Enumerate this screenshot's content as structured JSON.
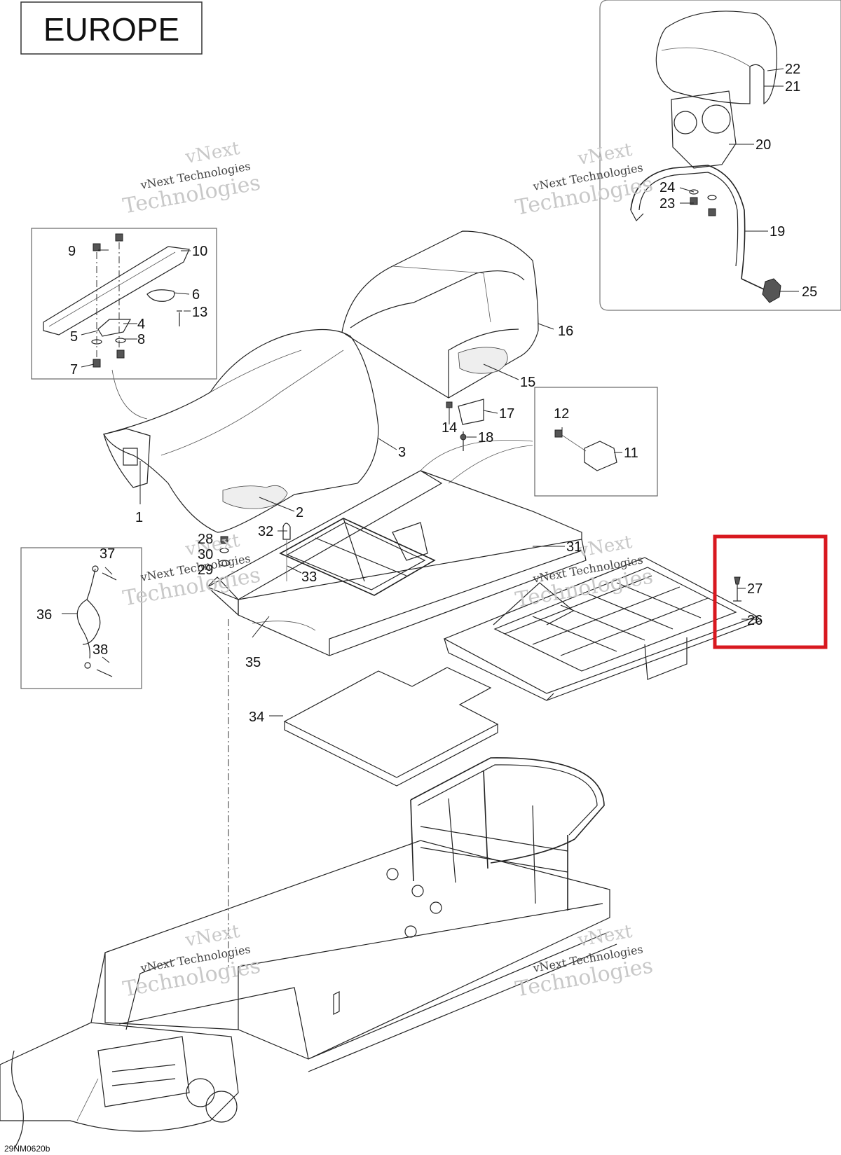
{
  "region_label": "EUROPE",
  "figure_code": "29NM0620b",
  "watermark": {
    "line1": "vNext",
    "line2": "vNext Technologies",
    "line3": "Technologies"
  },
  "callouts": {
    "c1": "1",
    "c2": "2",
    "c3": "3",
    "c4": "4",
    "c5": "5",
    "c6": "6",
    "c7": "7",
    "c8": "8",
    "c9": "9",
    "c10": "10",
    "c11": "11",
    "c12": "12",
    "c13": "13",
    "c14": "14",
    "c15": "15",
    "c16": "16",
    "c17": "17",
    "c18": "18",
    "c19": "19",
    "c20": "20",
    "c21": "21",
    "c22": "22",
    "c23": "23",
    "c24": "24",
    "c25": "25",
    "c26": "26",
    "c27": "27",
    "c28": "28",
    "c29": "29",
    "c30": "30",
    "c31": "31",
    "c32": "32",
    "c33": "33",
    "c34": "34",
    "c35": "35",
    "c36": "36",
    "c37": "37",
    "c38": "38"
  },
  "highlight_color": "#d8181f"
}
